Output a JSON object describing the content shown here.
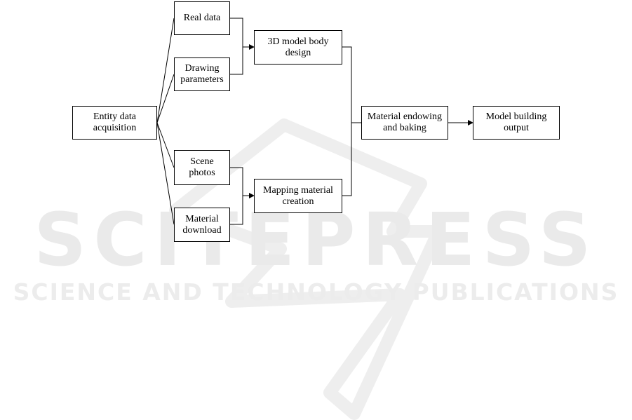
{
  "watermark": {
    "title": "SCITEPRESS",
    "subtitle": "SCIENCE AND TECHNOLOGY PUBLICATIONS"
  },
  "flowchart": {
    "nodes": {
      "entity": "Entity data acquisition",
      "real": "Real data",
      "drawing": "Drawing parameters",
      "scene": "Scene photos",
      "material_dl": "Material download",
      "model3d": "3D model body design",
      "mapping": "Mapping material creation",
      "endowing": "Material endowing and baking",
      "output": "Model building output"
    }
  }
}
